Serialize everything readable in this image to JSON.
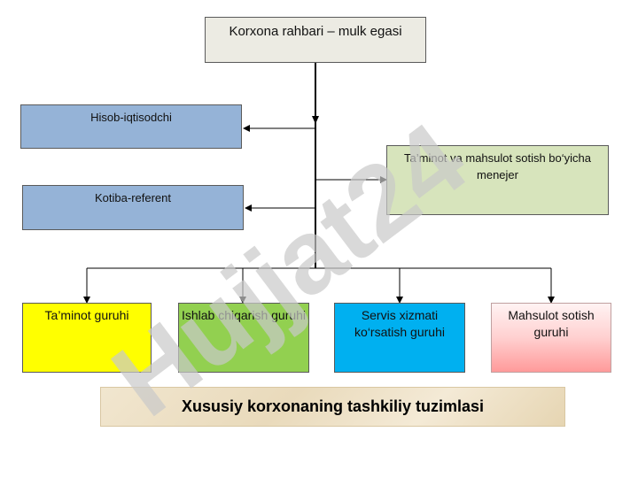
{
  "diagram": {
    "top": "Korxona rahbari – mulk egasi",
    "hisob": "Hisob-iqtisodchi",
    "kotiba": "Kotiba-referent",
    "menejer": "Ta’minot va mahsulot sotish bo‘yicha menejer",
    "groups": [
      "Ta’minot guruhi",
      "Ishlab chiqarish guruhi",
      "Servis xizmati ko‘rsatish guruhi",
      "Mahsulot sotish guruhi"
    ],
    "caption": "Xususiy korxonaning tashkiliy tuzimlasi"
  },
  "watermark": {
    "text": "Hujjat24",
    "color": "#c9c9c9"
  }
}
